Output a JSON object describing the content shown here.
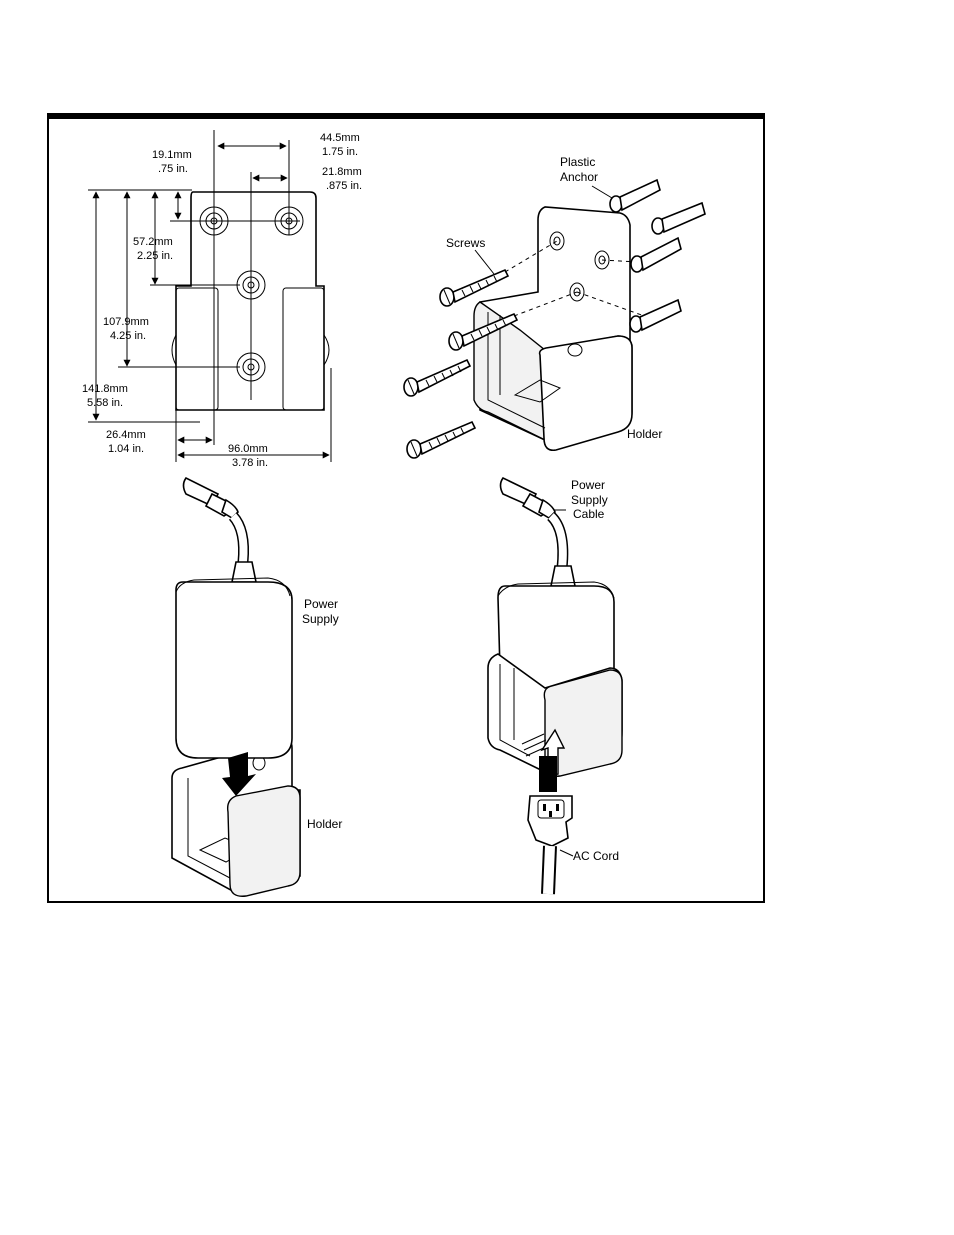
{
  "dimensions": {
    "d_44_5": [
      "44.5mm",
      "1.75 in."
    ],
    "d_19_1": [
      "19.1mm",
      ".75 in."
    ],
    "d_21_8": [
      "21.8mm",
      ".875 in."
    ],
    "d_57_2": [
      "57.2mm",
      "2.25 in."
    ],
    "d_107_9": [
      "107.9mm",
      "4.25 in."
    ],
    "d_141_8": [
      "141.8mm",
      "5.58 in."
    ],
    "d_26_4": [
      "26.4mm",
      "1.04 in."
    ],
    "d_96_0": [
      "96.0mm",
      "3.78 in."
    ]
  },
  "labels": {
    "plastic_anchor": [
      "Plastic",
      "Anchor"
    ],
    "screws": "Screws",
    "holder_top": "Holder",
    "power_supply": [
      "Power",
      "Supply"
    ],
    "holder_bottom": "Holder",
    "power_supply_cable": [
      "Power",
      "Supply",
      "Cable"
    ],
    "ac_cord": "AC Cord"
  }
}
